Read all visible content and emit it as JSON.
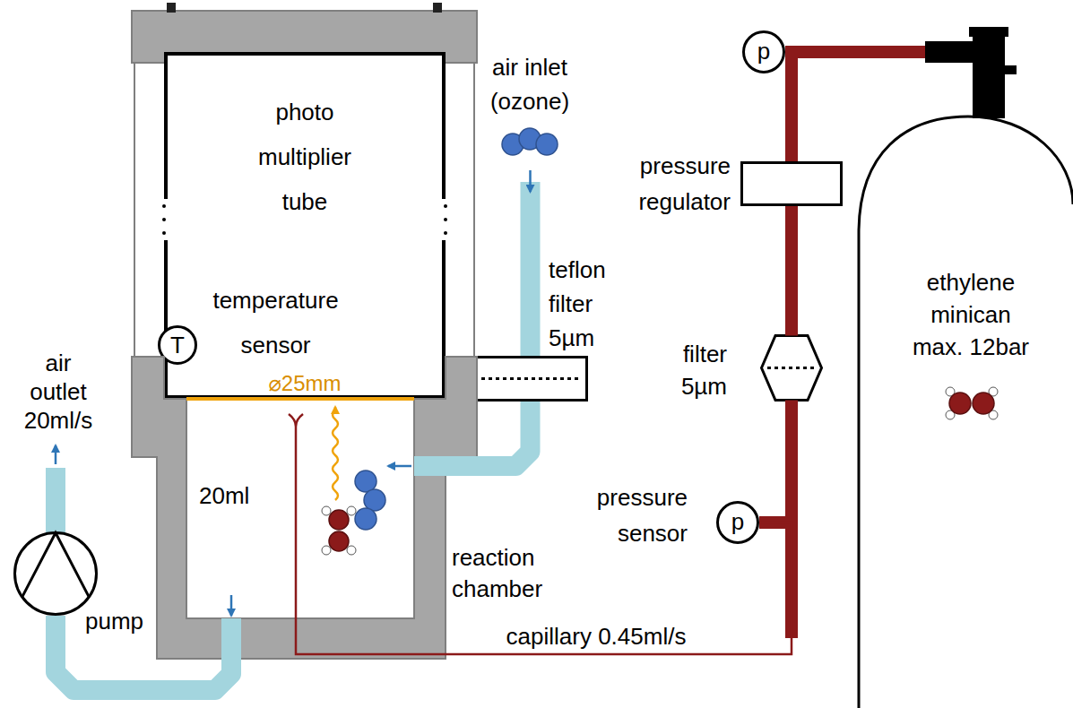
{
  "diagram": {
    "nodes": [
      {
        "text": [
          "photo multiplier tube"
        ]
      },
      {
        "text": [
          "T",
          "temperature sensor"
        ]
      },
      {
        "text": [
          "teflon filter 5µm"
        ]
      },
      {
        "text": [
          "20ml",
          "reaction chamber"
        ]
      },
      {
        "text": [
          "pump"
        ]
      },
      {
        "text": [
          "p"
        ]
      },
      {
        "text": [
          "pressure regulator"
        ]
      },
      {
        "text": [
          "filter 5µm"
        ]
      },
      {
        "text": [
          "p",
          "pressure sensor"
        ]
      },
      {
        "text": [
          "ethylene minican max. 12bar"
        ]
      }
    ],
    "edges": [
      {
        "from": 9,
        "to": 5,
        "arrow": "none"
      },
      {
        "from": 5,
        "to": 6,
        "arrow": "none"
      },
      {
        "from": 6,
        "to": 7,
        "arrow": "none"
      },
      {
        "from": 7,
        "to": 8,
        "arrow": "none"
      },
      {
        "from": 8,
        "to": 3,
        "label": "capillary 0.45ml/s",
        "arrow": "none"
      },
      {
        "from": 2,
        "to": 3,
        "arrow": "to"
      },
      {
        "from": 3,
        "to": 4,
        "arrow": "none"
      }
    ],
    "labels": [
      "air inlet (ozone)",
      "air outlet 20ml/s",
      "⌀25mm"
    ]
  }
}
